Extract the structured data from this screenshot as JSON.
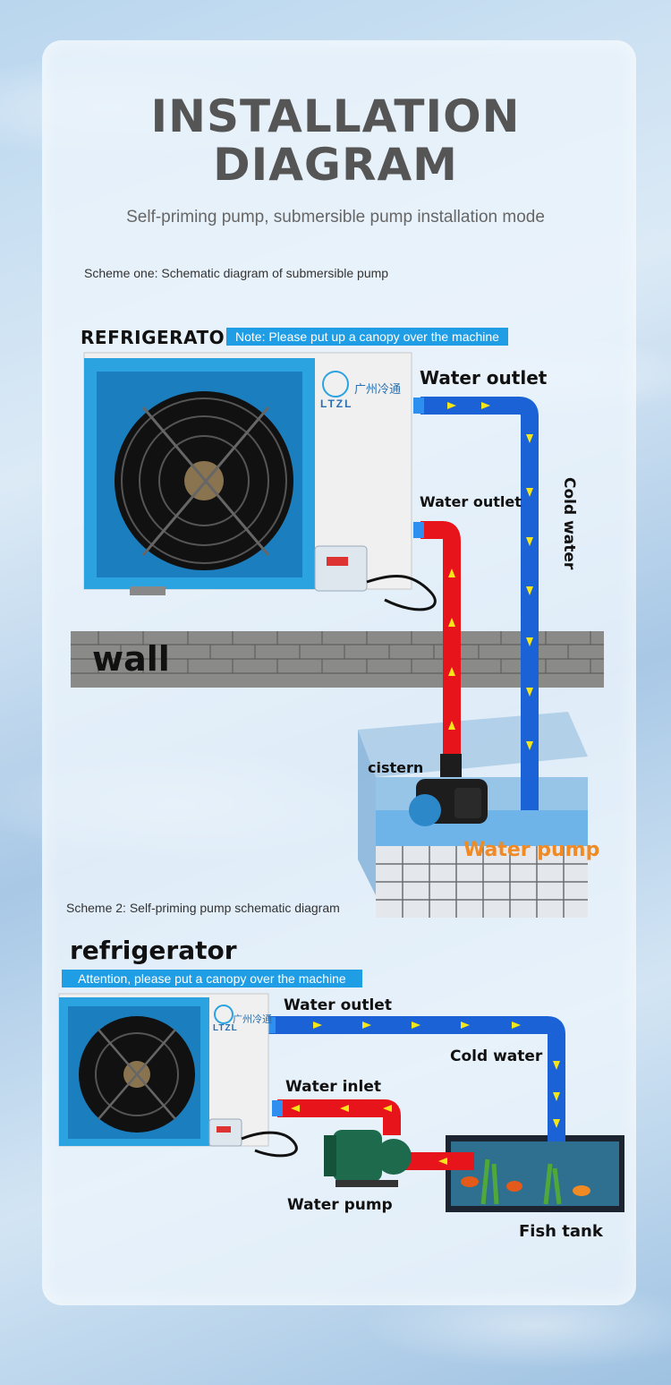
{
  "header": {
    "title_line1": "INSTALLATION",
    "title_line2": "DIAGRAM",
    "subtitle": "Self-priming pump, submersible pump installation mode"
  },
  "scheme1": {
    "caption": "Scheme one: Schematic diagram of submersible pump",
    "unit_label": "REFRIGERATOR",
    "note": "Note: Please put up a canopy over the machine",
    "brand_cn": "广州冷通",
    "brand": "LTZL",
    "outlet_top": "Water outlet",
    "outlet_mid": "Water outlet",
    "cold_water": "Cold water",
    "wall": "wall",
    "cistern": "cistern",
    "pump": "Water pump"
  },
  "scheme2": {
    "caption": "Scheme 2: Self-priming pump schematic diagram",
    "unit_label": "refrigerator",
    "note": "Attention, please put a canopy over the machine",
    "brand_cn": "广州冷通",
    "brand": "LTZL",
    "outlet": "Water outlet",
    "inlet": "Water inlet",
    "cold_water": "Cold water",
    "pump": "Water pump",
    "tank": "Fish tank"
  },
  "colors": {
    "hot_pipe": "#e8141b",
    "cold_pipe": "#1a62d6",
    "arrow": "#f5e61a",
    "unit_blue": "#2aa3e0",
    "pump_label": "#f08a24"
  }
}
